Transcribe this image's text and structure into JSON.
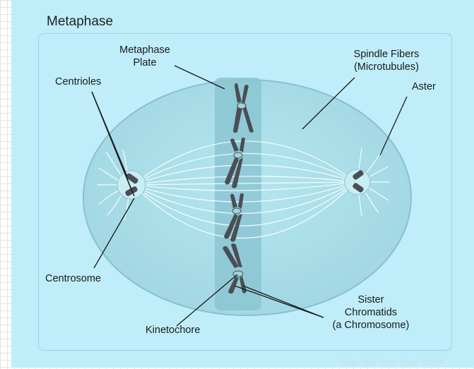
{
  "title": "Metaphase",
  "labels": {
    "metaphase_plate": [
      "Metaphase",
      "Plate"
    ],
    "spindle_fibers": [
      "Spindle Fibers",
      "(Microtubules)"
    ],
    "centrioles": "Centrioles",
    "aster": "Aster",
    "centrosome": "Centrosome",
    "kinetochore": "Kinetochore",
    "sister_chromatids": [
      "Sister",
      "Chromatids",
      "(a Chromosome)"
    ]
  },
  "credit": "Dept. Biol. Penn State ©2004",
  "colors": {
    "background": "#bfeefa",
    "cell_fill": "#a9dde8",
    "cell_border": "#8fc2cf",
    "plate": "#8cc6d2",
    "chromosome": "#4a4f55",
    "spindle": "#ffffff"
  }
}
